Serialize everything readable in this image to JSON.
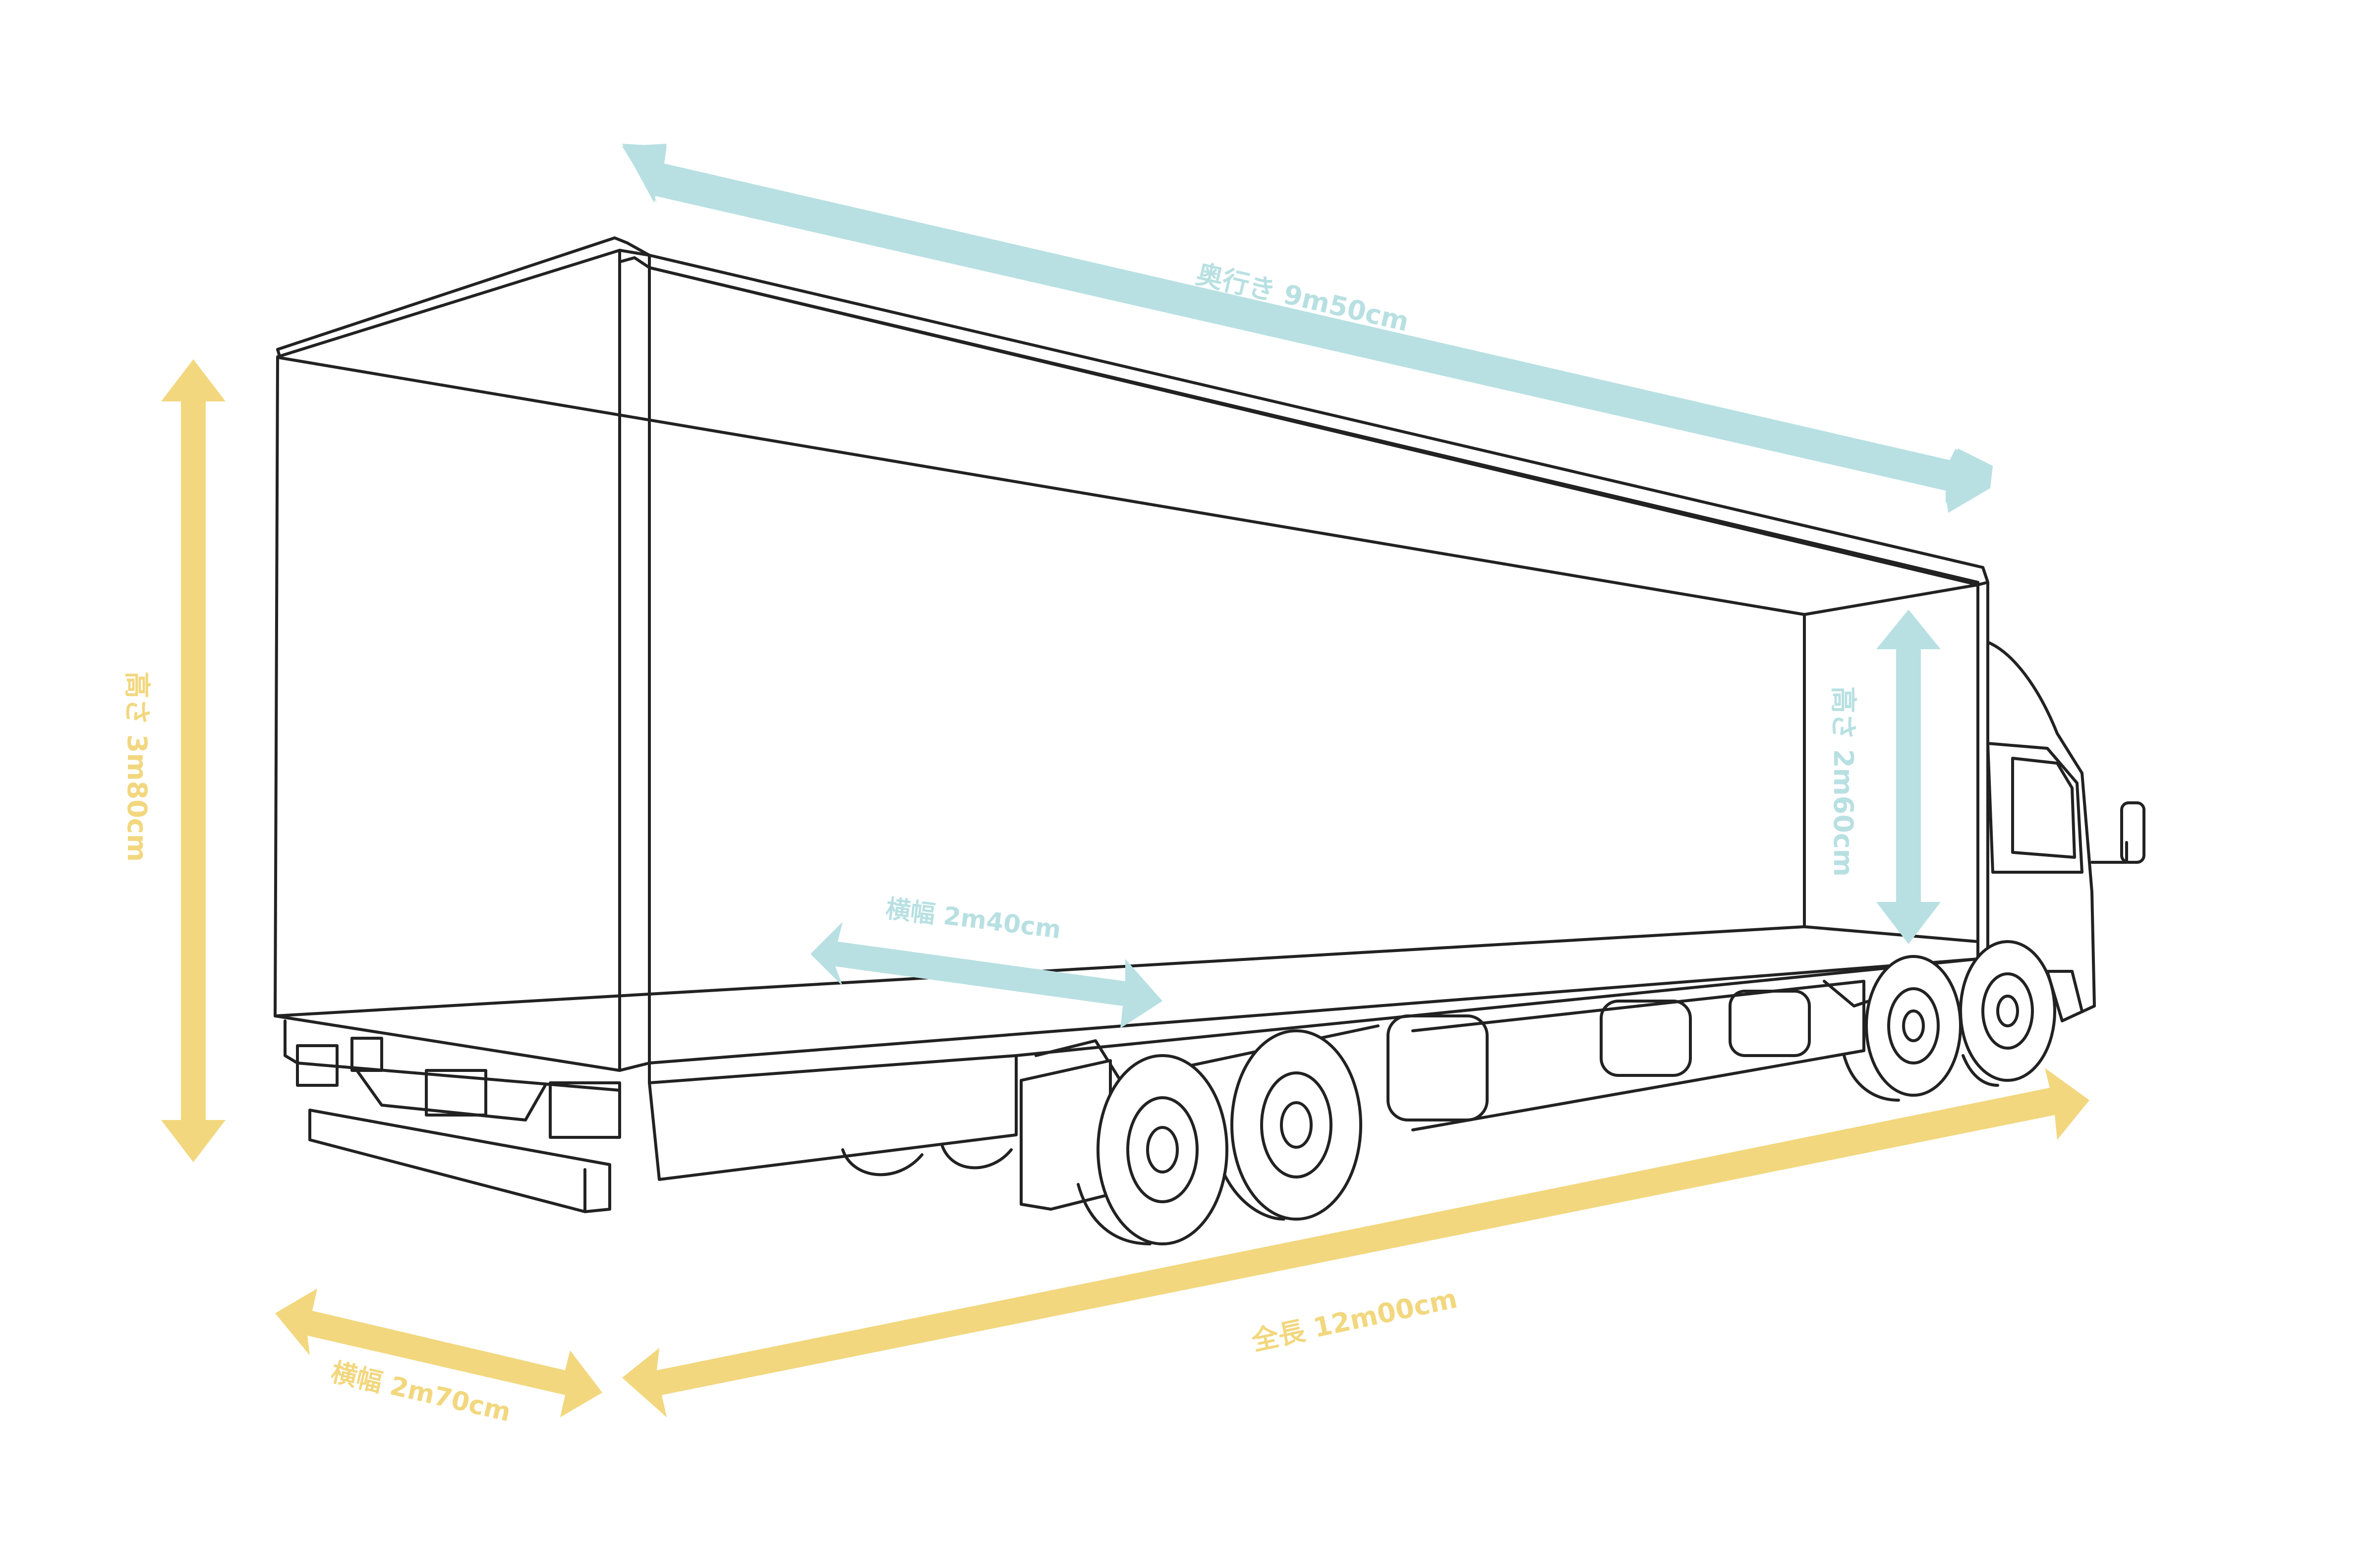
{
  "colors": {
    "exterior_dimension": "#F2D77E",
    "interior_dimension": "#B8E0E2",
    "outline": "#222222",
    "background": "#FFFFFF"
  },
  "dimensions": {
    "interior_depth": "奥行き 9m50cm",
    "interior_height": "高さ 2m60cm",
    "interior_width": "横幅 2m40cm",
    "overall_height": "高さ 3m80cm",
    "overall_width": "横幅 2m70cm",
    "overall_length": "全長 12m00cm"
  }
}
